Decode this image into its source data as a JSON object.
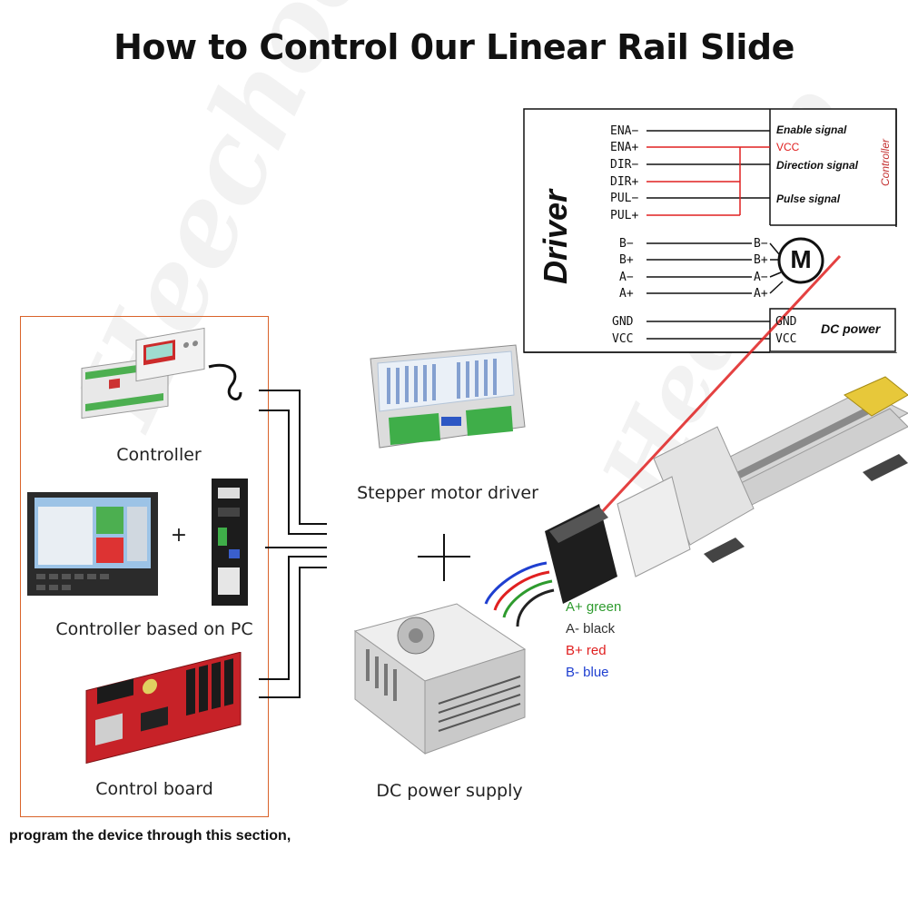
{
  "title": "How to Control 0ur Linear Rail Slide",
  "watermark": "Heechoo",
  "components": {
    "controller": "Controller",
    "controller_pc": "Controller based on PC",
    "plus_small": "+",
    "control_board": "Control board",
    "stepper_driver": "Stepper motor driver",
    "dc_supply": "DC power supply",
    "plus_big": "+"
  },
  "caption": "program the device  through this section,",
  "wiring": {
    "driver_label": "Driver",
    "controller_label": "Controller",
    "driver_pins": [
      "ENA−",
      "ENA+",
      "DIR−",
      "DIR+",
      "PUL−",
      "PUL+",
      "B−",
      "B+",
      "A−",
      "A+",
      "GND",
      "VCC"
    ],
    "controller_signals": {
      "enable": "Enable signal",
      "vcc": "VCC",
      "direction": "Direction signal",
      "pulse": "Pulse signal"
    },
    "motor_pins": [
      "B−",
      "B+",
      "A−",
      "A+"
    ],
    "motor_symbol": "M",
    "power_pins": [
      "GND",
      "VCC"
    ],
    "power_label": "DC power"
  },
  "motor_wires": [
    {
      "label": "A+ green",
      "color": "#2e9b2e"
    },
    {
      "label": "A- black",
      "color": "#333333"
    },
    {
      "label": "B+ red",
      "color": "#e02020"
    },
    {
      "label": "B- blue",
      "color": "#1f3fd0"
    }
  ],
  "colors": {
    "accent_red": "#e02020",
    "frame_orange": "#d9632a"
  }
}
